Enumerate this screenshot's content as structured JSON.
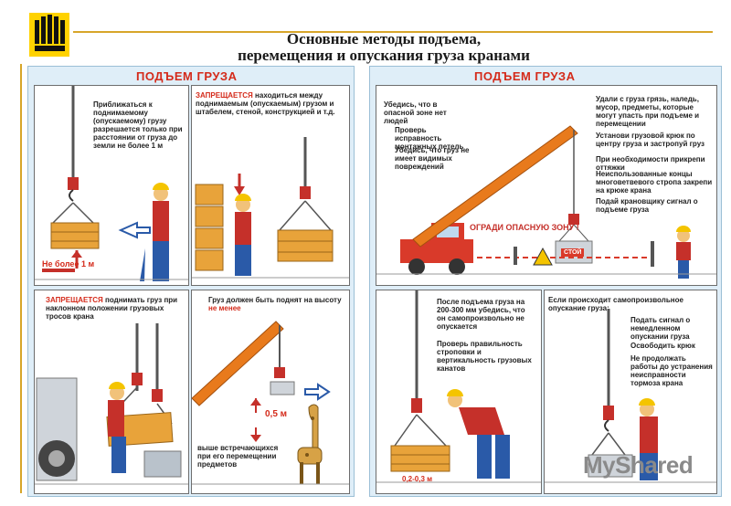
{
  "header": {
    "title_line1": "Основные методы подъема,",
    "title_line2": "перемещения и опускания груза кранами"
  },
  "left_poster": {
    "heading": "ПОДЪЕМ ГРУЗА",
    "panel1": {
      "text": "Приближаться к поднимаемому (опускаемому) грузу разрешается только при расстоянии от груза до земли не более 1 м",
      "label": "Не более 1 м"
    },
    "panel2": {
      "prefix": "ЗАПРЕЩАЕТСЯ",
      "text": "находиться между поднимаемым (опускаемым) грузом и штабелем, стеной, конструкцией и т.д."
    },
    "panel3": {
      "prefix": "ЗАПРЕЩАЕТСЯ",
      "text": "поднимать груз при наклонном положении грузовых тросов крана"
    },
    "panel4": {
      "text": "Груз должен быть поднят на высоту",
      "emphasis": "не менее",
      "measure": "0,5 м",
      "bottom_text": "выше встречающихся при его перемещении предметов"
    }
  },
  "right_poster": {
    "heading": "ПОДЪЕМ ГРУЗА",
    "top_panel": {
      "left_intro": "Убедись, что в опасной зоне нет людей",
      "left_items": [
        "Проверь исправность монтажных петель",
        "Убедись, что груз не имеет видимых повреждений"
      ],
      "right_items": [
        "Удали с груза грязь, наледь, мусор, предметы, которые могут упасть при подъеме и перемещении",
        "Установи грузовой крюк по центру груза и застропуй груз",
        "При необходимости прикрепи оттяжки",
        "Неиспользованные концы многоветвевого стропа закрепи на крюке крана",
        "Подай крановщику сигнал о подъеме груза"
      ],
      "fence_text": "ОГРАДИ ОПАСНУЮ ЗОНУ !",
      "sign_text": "СТОЙ"
    },
    "bottom_left_panel": {
      "text1": "После подъема груза на 200-300 мм убедись, что он самопроизвольно не опускается",
      "text2": "Проверь правильность строповки и вертикальность грузовых канатов",
      "measure": "0,2-0,3 м"
    },
    "bottom_right_panel": {
      "intro": "Если происходит самопроизвольное опускание груза:",
      "items": [
        "Подать сигнал о немедленном опускании груза",
        "Освободить крюк",
        "Не продолжать работы до устранения неисправности тормоза крана"
      ]
    }
  },
  "watermark": {
    "text": "MyShared"
  }
}
